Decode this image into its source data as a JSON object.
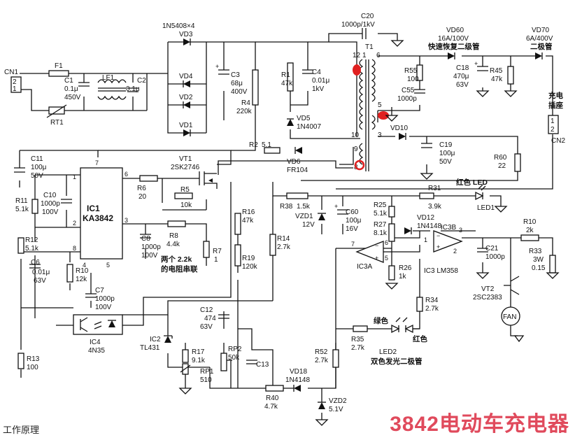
{
  "header_top": {
    "partial": "1N5408×4"
  },
  "marks_color": "#e02020",
  "caption": "工作原理",
  "watermark": "3842电动车充电器",
  "components": {
    "cn1": "CN1",
    "cn1_pins": [
      "2",
      "1"
    ],
    "f1": "F1",
    "lf1": "LF1",
    "rt1": "RT1",
    "c1": [
      "C1",
      "0.1μ",
      "450V"
    ],
    "c2": [
      "C2",
      "0.1μ"
    ],
    "bridge": [
      "1N5408×4",
      "VD3",
      "VD4",
      "VD2",
      "VD1"
    ],
    "c3": [
      "C3",
      "68μ",
      "400V"
    ],
    "r4": [
      "R4",
      "220k"
    ],
    "r1": [
      "R1",
      "47k"
    ],
    "c4": [
      "C4",
      "0.01μ",
      "1kV"
    ],
    "vd5": [
      "VD5",
      "1N4007"
    ],
    "c20": [
      "C20",
      "1000p/1kV"
    ],
    "t1": [
      "T1",
      "12",
      "1",
      "6",
      "5",
      "3",
      "10",
      "9",
      "8"
    ],
    "vd60": [
      "VD60",
      "16A/100V",
      "快速恢复二级管"
    ],
    "vd70": [
      "VD70",
      "6A/400V",
      "二极管"
    ],
    "r55": [
      "R55",
      "100"
    ],
    "c55": [
      "C55",
      "1000p"
    ],
    "c18": [
      "C18",
      "470μ",
      "63V"
    ],
    "r45": [
      "R45",
      "47k"
    ],
    "charge_port": [
      "充电",
      "插座"
    ],
    "cn2": "CN2",
    "cn2_pins": [
      "1",
      "2"
    ],
    "vd10": "VD10",
    "c19": [
      "C19",
      "100μ",
      "50V"
    ],
    "r60": [
      "R60",
      "22"
    ],
    "r2": [
      "R2",
      "5.1"
    ],
    "vd6": [
      "VD6",
      "FR104"
    ],
    "c11": [
      "C11",
      "100μ",
      "50V"
    ],
    "vt1": [
      "VT1",
      "2SK2746"
    ],
    "ic1": [
      "IC1",
      "KA3842"
    ],
    "ic1_pins": [
      "7",
      "1",
      "6",
      "2",
      "3",
      "8",
      "4",
      "5"
    ],
    "r6": [
      "R6",
      "20"
    ],
    "r5": [
      "R5",
      "10k"
    ],
    "r11": [
      "R11",
      "5.1k"
    ],
    "c10": [
      "C10",
      "1000p",
      "100V"
    ],
    "r12": [
      "R12",
      "5.1k"
    ],
    "c6": [
      "C6",
      "0.01μ",
      "63V"
    ],
    "r10": [
      "R10",
      "12k"
    ],
    "c7": [
      "C7",
      "1000p",
      "100V"
    ],
    "c8": [
      "C8",
      "1000p",
      "100V"
    ],
    "r8": [
      "R8",
      "4.4k"
    ],
    "r7": [
      "R7",
      "1"
    ],
    "note": [
      "两个 2.2k",
      "的电阻串联"
    ],
    "r16": [
      "R16",
      "47k"
    ],
    "r19": [
      "R19",
      "120k"
    ],
    "r14": [
      "R14",
      "2.7k"
    ],
    "r38": [
      "R38",
      "1.5k"
    ],
    "vzd1": [
      "VZD1",
      "12V"
    ],
    "c60": [
      "C60",
      "100μ",
      "16V"
    ],
    "r31": [
      "R31",
      "3.9k"
    ],
    "led1": [
      "红色 LED",
      "LED1"
    ],
    "r25": [
      "R25",
      "5.1k"
    ],
    "r27": [
      "R27",
      "8.1k"
    ],
    "vd12": [
      "VD12",
      "1N4148"
    ],
    "ic3a": "IC3A",
    "ic3b": "IC3B",
    "ic3": "IC3 LM358",
    "opamp_pins": [
      "7",
      "6",
      "5",
      "1",
      "2",
      "3"
    ],
    "r26": [
      "R26",
      "1k"
    ],
    "r10b": [
      "R10",
      "2k"
    ],
    "c21": [
      "C21",
      "1000p"
    ],
    "r33": [
      "R33",
      "3W",
      "0.15"
    ],
    "vt2": [
      "VT2",
      "2SC2383"
    ],
    "fan": "FAN",
    "r34": [
      "R34",
      "2.7k"
    ],
    "ic4": [
      "IC4",
      "4N35"
    ],
    "r13": [
      "R13",
      "100"
    ],
    "c12": [
      "C12",
      "474",
      "63V"
    ],
    "ic2": [
      "IC2",
      "TL431"
    ],
    "r17": [
      "R17",
      "9.1k"
    ],
    "rp1": [
      "RP1",
      "510"
    ],
    "rp2": [
      "RP2",
      "50k"
    ],
    "c13": "C13",
    "vd18": [
      "VD18",
      "1N4148"
    ],
    "r40": [
      "R40",
      "4.7k"
    ],
    "vzd2": [
      "VZD2",
      "5.1V"
    ],
    "r52": [
      "R52",
      "2.7k"
    ],
    "r35": [
      "R35",
      "2.7k"
    ],
    "led2": [
      "绿色",
      "红色",
      "LED2",
      "双色发光二极管"
    ],
    "green_mark": "绿色",
    "red_mark": "红色"
  }
}
